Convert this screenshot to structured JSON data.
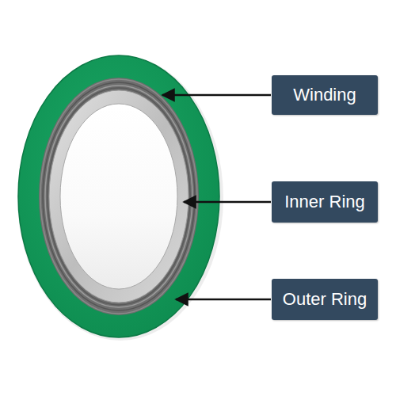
{
  "diagram": {
    "nodes": [
      {
        "text": [
          "Winding"
        ]
      },
      {
        "text": [
          "Inner Ring"
        ]
      },
      {
        "text": [
          "Outer Ring"
        ]
      }
    ]
  }
}
